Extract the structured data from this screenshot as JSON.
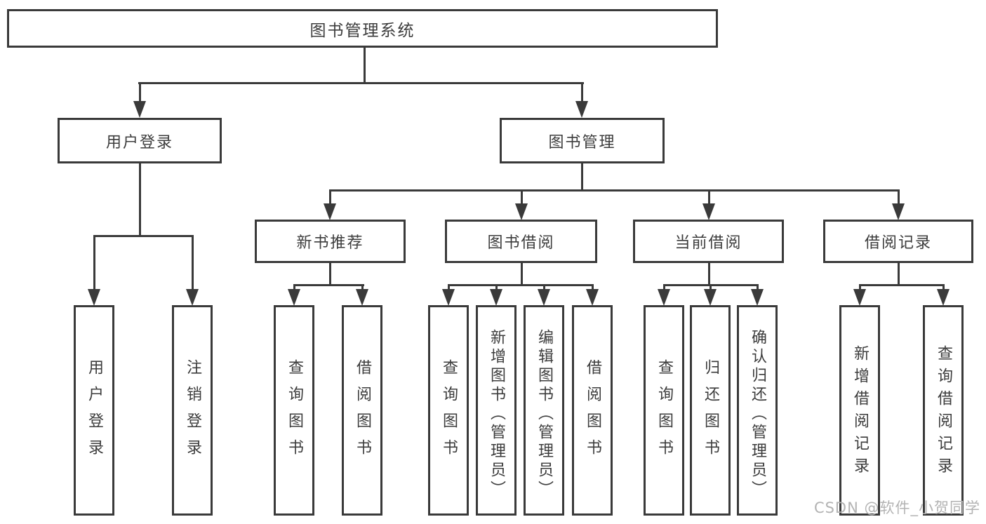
{
  "diagram_title": "图书管理系统",
  "colors": {
    "line": "#3a3a3a",
    "box_border": "#3a3a3a",
    "text": "#3c3c3c",
    "background": "#ffffff",
    "watermark_text": "#b3b3b3"
  },
  "watermark": {
    "text": "CSDN @软件_小贺同学"
  },
  "tree": {
    "root": {
      "label": "图书管理系统"
    },
    "branches": [
      {
        "label": "用户登录",
        "children": [
          {
            "label": "用户登录"
          },
          {
            "label": "注销登录"
          }
        ]
      },
      {
        "label": "图书管理",
        "children": [
          {
            "label": "新书推荐",
            "children": [
              {
                "label": "查询图书"
              },
              {
                "label": "借阅图书"
              }
            ]
          },
          {
            "label": "图书借阅",
            "children": [
              {
                "label": "查询图书"
              },
              {
                "label": "新增图书（管理员）"
              },
              {
                "label": "编辑图书（管理员）"
              },
              {
                "label": "借阅图书"
              }
            ]
          },
          {
            "label": "当前借阅",
            "children": [
              {
                "label": "查询图书"
              },
              {
                "label": "归还图书"
              },
              {
                "label": "确认归还（管理员）"
              }
            ]
          },
          {
            "label": "借阅记录",
            "children": [
              {
                "label": "新增借阅记录"
              },
              {
                "label": "查询借阅记录"
              }
            ]
          }
        ]
      }
    ]
  }
}
